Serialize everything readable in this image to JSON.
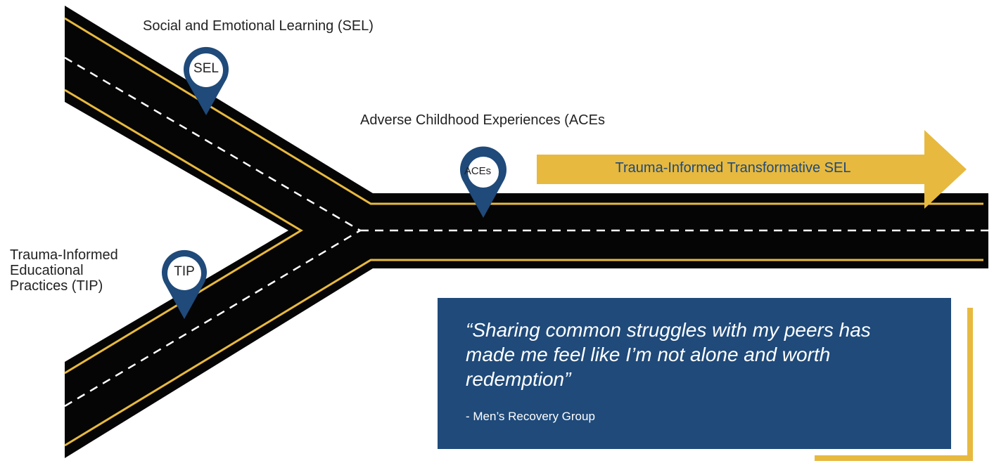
{
  "labels": {
    "sel_title": "Social and Emotional Learning (SEL)",
    "aces_title": "Adverse Childhood Experiences (ACEs",
    "tip_title_lines": [
      "Trauma-Informed",
      "Educational",
      "Practices (TIP)"
    ]
  },
  "pins": {
    "sel": "SEL",
    "aces": "ACEs",
    "tip": "TIP"
  },
  "arrow": {
    "label": "Trauma-Informed Transformative SEL"
  },
  "quote": {
    "text": "“Sharing common struggles with my peers has made me feel like I’m not alone and worth redemption”",
    "attribution": "- Men’s Recovery Group"
  },
  "colors": {
    "road": "#050505",
    "road_edge_line": "#e7b93f",
    "center_dash": "#ffffff",
    "pin": "#1f4a7a",
    "arrow": "#e7b93f",
    "quote_box": "#1f4a7a",
    "bracket": "#e7b93f"
  }
}
